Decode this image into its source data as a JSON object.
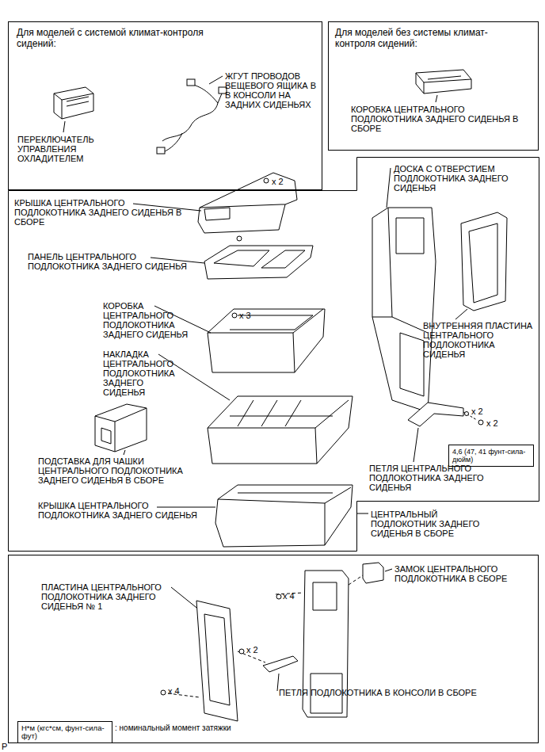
{
  "diagram": {
    "nodes": [
      {
        "text": [
          "Для моделей с системой климат-контроля сидений:"
        ]
      },
      {
        "text": [
          "Для моделей без системы климат-контроля сидений:"
        ]
      },
      {
        "text": [
          "ЦЕНТРАЛЬНЫЙ ПОДЛОКОТНИК ЗАДНЕГО СИДЕНЬЯ В СБОРЕ"
        ]
      },
      {
        "text": [
          "4,6 (47, 41 фунт-сила-дюйм)"
        ],
        "in": 2
      },
      {
        "text": [
          "Н*м (кгс*см, фунт-сила-фут)"
        ]
      }
    ],
    "edges": [],
    "labels": [
      "ЖГУТ ПРОВОДОВ ВЕЩЕВОГО ЯЩИКА В В КОНСОЛИ НА ЗАДНИХ СИДЕНЬЯХ",
      "ПЕРЕКЛЮЧАТЕЛЬ УПРАВЛЕНИЯ ОХЛАДИТЕЛЕМ",
      "КОРОБКА ЦЕНТРАЛЬНОГО ПОДЛОКОТНИКА ЗАДНЕГО СИДЕНЬЯ В СБОРЕ",
      "x 2",
      "КРЫШКА ЦЕНТРАЛЬНОГО ПОДЛОКОТНИКА ЗАДНЕГО СИДЕНЬЯ В СБОРЕ",
      "ПАНЕЛЬ ЦЕНТРАЛЬНОГО ПОДЛОКОТНИКА ЗАДНЕГО СИДЕНЬЯ",
      "КОРОБКА ЦЕНТРАЛЬНОГО ПОДЛОКОТНИКА ЗАДНЕГО СИДЕНЬЯ",
      "x 3",
      "НАКЛАДКА ЦЕНТРАЛЬНОГО ПОДЛОКОТНИКА ЗАДНЕГО СИДЕНЬЯ",
      "ПОДСТАВКА ДЛЯ ЧАШКИ ЦЕНТРАЛЬНОГО ПОДЛОКОТНИКА ЗАДНЕГО СИДЕНЬЯ В СБОРЕ",
      "КРЫШКА ЦЕНТРАЛЬНОГО ПОДЛОКОТНИКА ЗАДНЕГО СИДЕНЬЯ",
      "ДОСКА С ОТВЕРСТИЕМ ПОДЛОКОТНИКА ЗАДНЕГО СИДЕНЬЯ",
      "ВНУТРЕННЯЯ ПЛАСТИНА ЦЕНТРАЛЬНОГО ПОДЛОКОТНИКА СИДЕНЬЯ",
      "x 2",
      "x 2",
      "ПЕТЛЯ ЦЕНТРАЛЬНОГО ПОДЛОКОТНИКА ЗАДНЕГО СИДЕНЬЯ",
      "ПЛАСТИНА ЦЕНТРАЛЬНОГО ПОДЛОКОТНИКА ЗАДНЕГО СИДЕНЬЯ № 1",
      "x 4",
      "ЗАМОК ЦЕНТРАЛЬНОГО ПОДЛОКОТНИКА В СБОРЕ",
      "x 2",
      "x 4",
      "ПЕТЛЯ ПОДЛОКОТНИКА В КОНСОЛИ В СБОРЕ",
      "P"
    ],
    "legend": [
      {
        "text": ": номинальный момент затяжки"
      }
    ]
  }
}
